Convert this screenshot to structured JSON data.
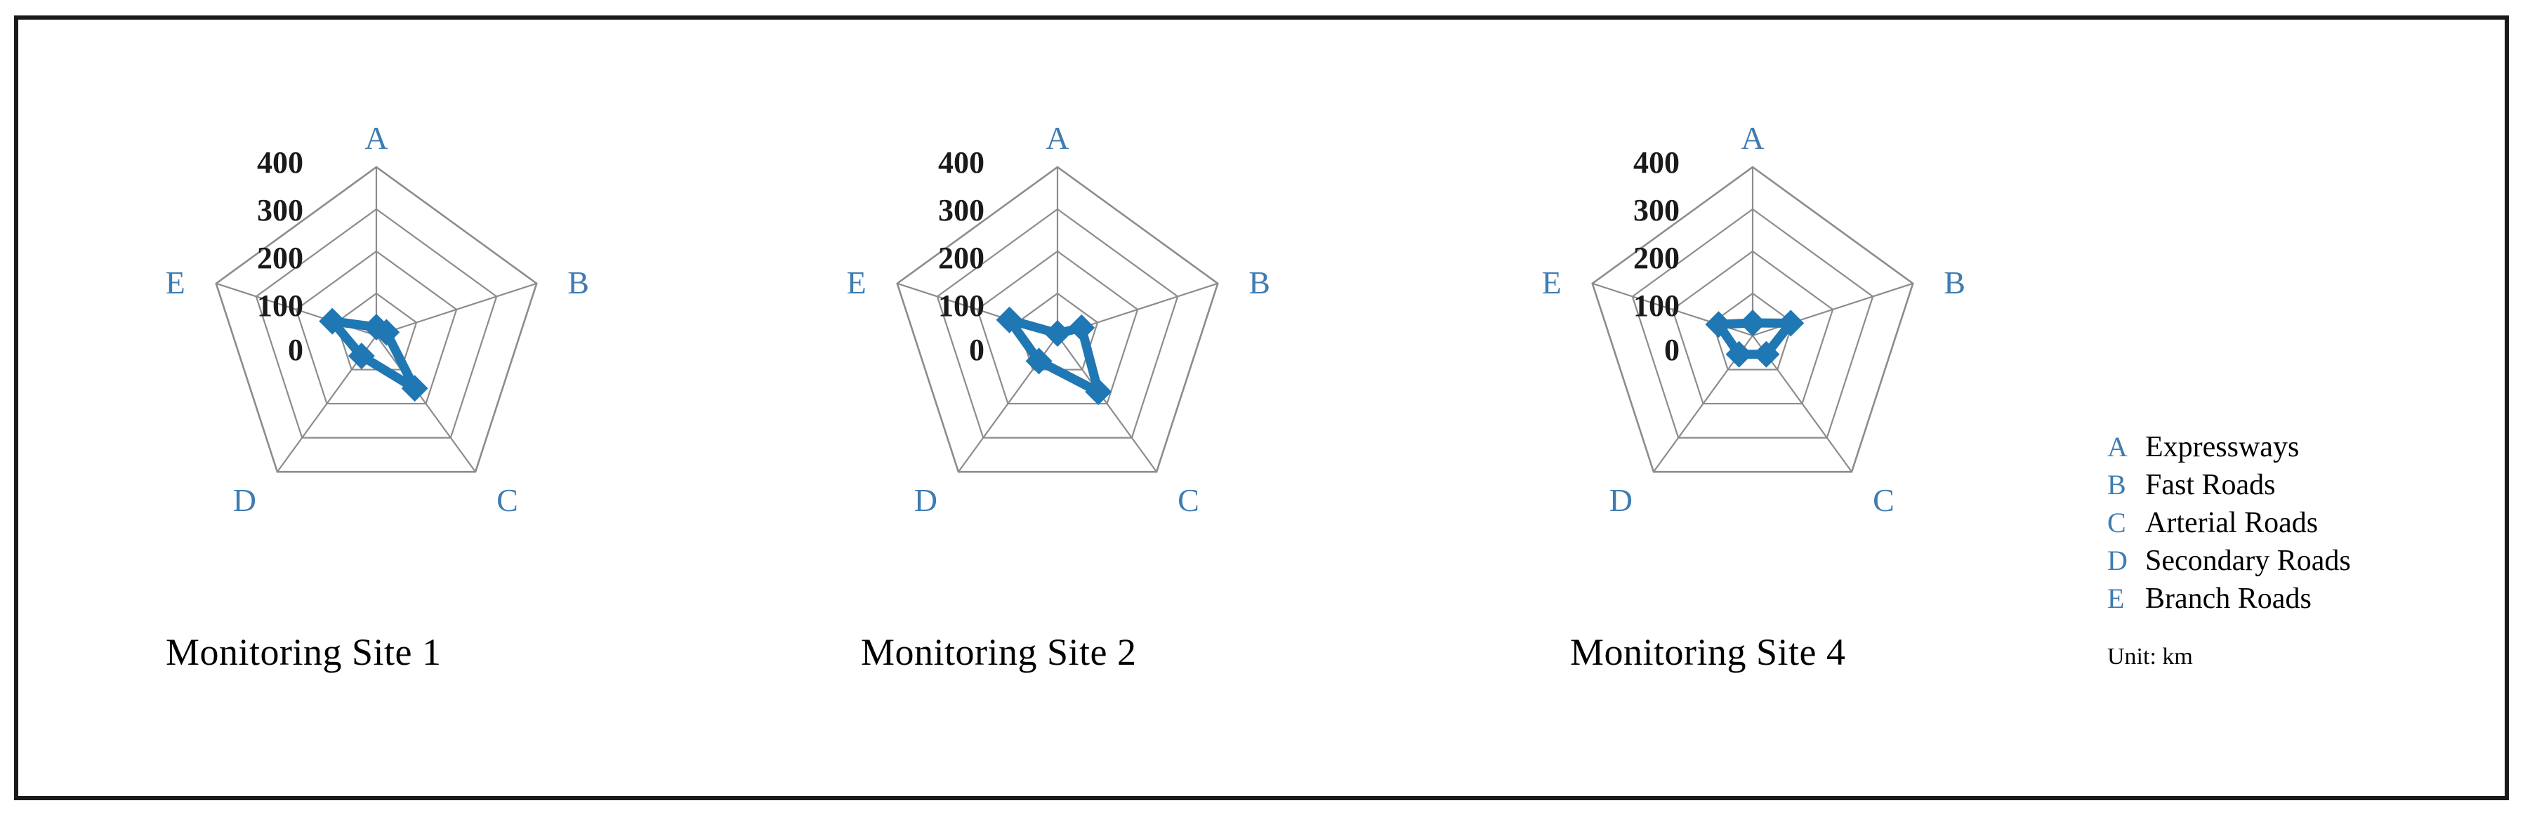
{
  "figure": {
    "border_color": "#1a1a1a",
    "background": "#ffffff"
  },
  "legend": {
    "items": [
      {
        "key": "A",
        "label": "Expressways"
      },
      {
        "key": "B",
        "label": "Fast Roads"
      },
      {
        "key": "C",
        "label": "Arterial Roads"
      },
      {
        "key": "D",
        "label": "Secondary Roads"
      },
      {
        "key": "E",
        "label": "Branch Roads"
      }
    ],
    "unit": "Unit: km"
  },
  "chart_data": [
    {
      "type": "radar",
      "title": "Monitoring Site 1",
      "categories": [
        "A",
        "B",
        "C",
        "D",
        "E"
      ],
      "category_labels": [
        "Expressways",
        "Fast Roads",
        "Arterial Roads",
        "Secondary Roads",
        "Branch Roads"
      ],
      "values": [
        20,
        25,
        155,
        60,
        110
      ],
      "tick_labels": [
        "0",
        "100",
        "200",
        "300",
        "400"
      ],
      "rlim": [
        0,
        400
      ],
      "rticks": [
        0,
        100,
        200,
        300,
        400
      ],
      "grid": true,
      "unit": "km",
      "series_color": "#1f77b4",
      "grid_color": "#8c8c8c",
      "marker": "diamond",
      "legend_position": "right"
    },
    {
      "type": "radar",
      "title": "Monitoring Site 2",
      "categories": [
        "A",
        "B",
        "C",
        "D",
        "E"
      ],
      "category_labels": [
        "Expressways",
        "Fast Roads",
        "Arterial Roads",
        "Secondary Roads",
        "Branch Roads"
      ],
      "values": [
        5,
        60,
        165,
        75,
        120
      ],
      "tick_labels": [
        "0",
        "100",
        "200",
        "300",
        "400"
      ],
      "rlim": [
        0,
        400
      ],
      "rticks": [
        0,
        100,
        200,
        300,
        400
      ],
      "grid": true,
      "unit": "km",
      "series_color": "#1f77b4",
      "grid_color": "#8c8c8c",
      "marker": "diamond",
      "legend_position": "right"
    },
    {
      "type": "radar",
      "title": "Monitoring Site 4",
      "categories": [
        "A",
        "B",
        "C",
        "D",
        "E"
      ],
      "category_labels": [
        "Expressways",
        "Fast Roads",
        "Arterial Roads",
        "Secondary Roads",
        "Branch Roads"
      ],
      "values": [
        30,
        95,
        55,
        55,
        85
      ],
      "tick_labels": [
        "0",
        "100",
        "200",
        "300",
        "400"
      ],
      "rlim": [
        0,
        400
      ],
      "rticks": [
        0,
        100,
        200,
        300,
        400
      ],
      "grid": true,
      "unit": "km",
      "series_color": "#1f77b4",
      "grid_color": "#8c8c8c",
      "marker": "diamond",
      "legend_position": "right"
    }
  ]
}
